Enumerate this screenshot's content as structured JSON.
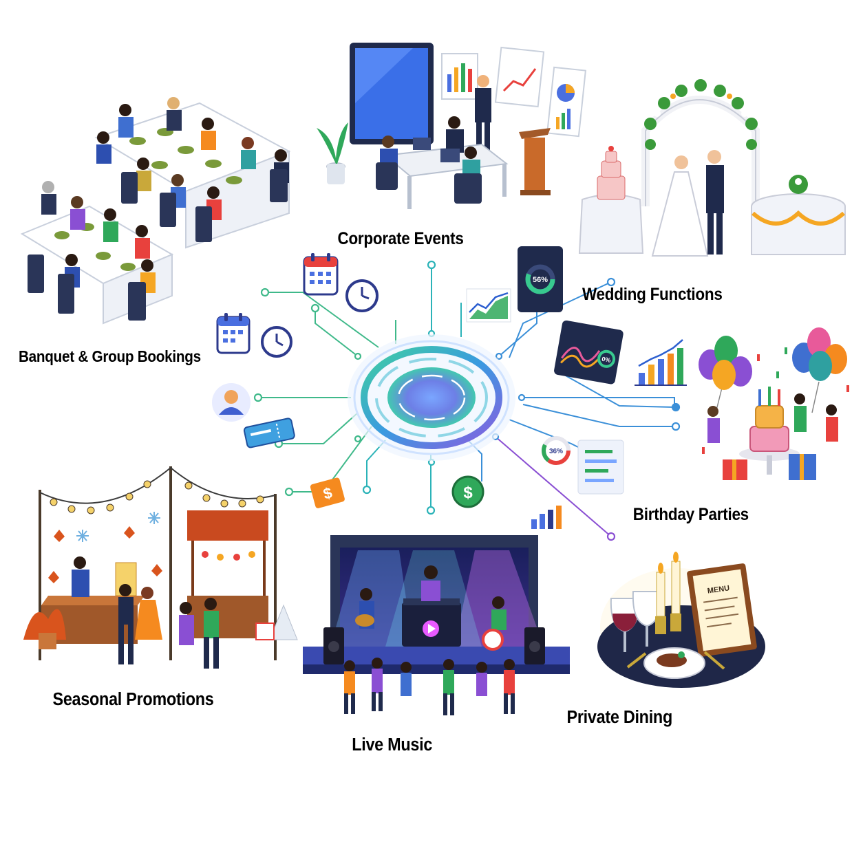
{
  "categories": [
    {
      "id": "corporate",
      "label": "Corporate Events"
    },
    {
      "id": "wedding",
      "label": "Wedding Functions"
    },
    {
      "id": "banquet",
      "label": "Banquet & Group Bookings"
    },
    {
      "id": "birthday",
      "label": "Birthday Parties"
    },
    {
      "id": "seasonal",
      "label": "Seasonal Promotions"
    },
    {
      "id": "private",
      "label": "Private Dining"
    },
    {
      "id": "music",
      "label": "Live Music"
    }
  ],
  "hub_widgets": {
    "donut_top_value": "56%",
    "donut_mid_value": "36%",
    "dashboard_value": "0%",
    "menu_board": "MENU"
  },
  "colors": {
    "line_green": "#3fb98a",
    "line_teal": "#2bb3b8",
    "line_blue": "#3a8fd8",
    "line_purple": "#8a4fd3",
    "hub_center": "#5b8ee8"
  },
  "icons": [
    "calendar-icon",
    "clock-icon",
    "user-icon",
    "ticket-icon",
    "dollar-coin-icon",
    "line-chart-icon",
    "bar-chart-icon",
    "donut-chart-icon",
    "dashboard-icon"
  ]
}
